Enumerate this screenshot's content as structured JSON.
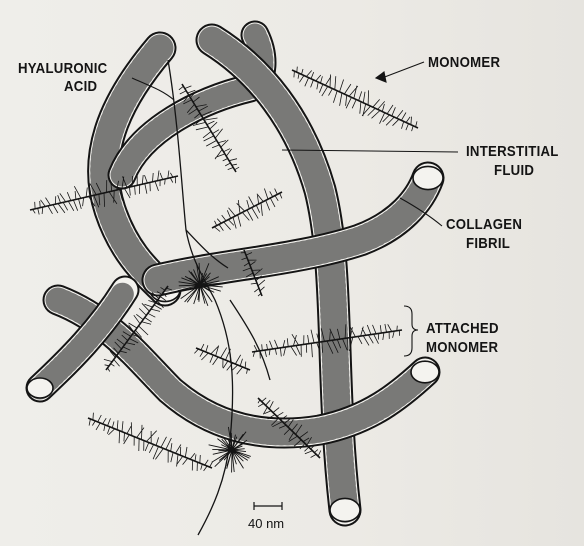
{
  "labels": {
    "hyaluronic_acid": [
      "HYALURONIC",
      "ACID"
    ],
    "monomer": "MONOMER",
    "interstitial_fluid": [
      "INTERSTITIAL",
      "FLUID"
    ],
    "collagen_fibril": [
      "COLLAGEN",
      "FIBRIL"
    ],
    "attached_monomer": [
      "ATTACHED",
      "MONOMER"
    ],
    "scale_bar": "40 nm"
  },
  "colors": {
    "ink": "#141414",
    "fibril_fill": "#f4f3ef"
  }
}
